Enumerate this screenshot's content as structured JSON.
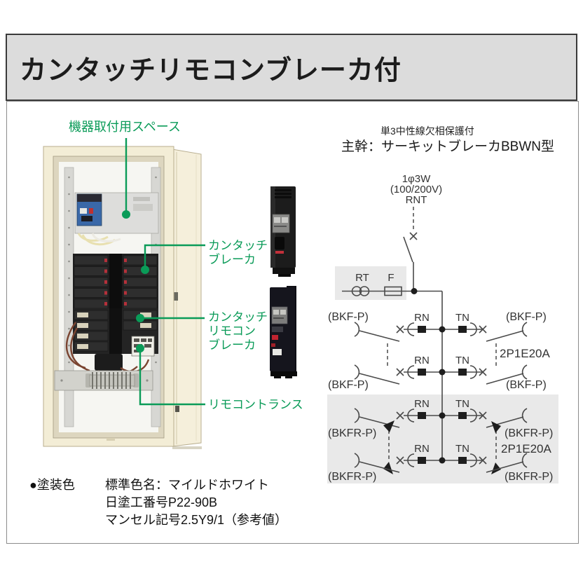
{
  "page": {
    "title": "カンタッチリモコンブレーカ付"
  },
  "panel": {
    "callouts": {
      "mounting_space": "機器取付用スペース",
      "kantouch_breaker": [
        "カンタッチ",
        "ブレーカ"
      ],
      "kantouch_remocon_breaker": [
        "カンタッチ",
        "リモコン",
        "ブレーカ"
      ],
      "remocon_transformer": "リモコントランス"
    }
  },
  "diagram": {
    "protection_note": "単3中性線欠相保護付",
    "main_title": "主幹：サーキットブレーカBBWN型",
    "source_lines": [
      "1φ3W",
      "(100/200V)",
      "RNT"
    ],
    "rt_label": "RT",
    "fuse_label": "F",
    "rows": [
      {
        "left": "(BKF-P)",
        "rn": "RN",
        "tn": "TN",
        "right": "(BKF-P)"
      },
      {
        "left": "(BKF-P)",
        "rn": "RN",
        "tn": "TN",
        "right": "(BKF-P)",
        "amp": "2P1E20A"
      },
      {
        "left": "(BKFR-P)",
        "rn": "RN",
        "tn": "TN",
        "right": "(BKFR-P)"
      },
      {
        "left": "(BKFR-P)",
        "rn": "RN",
        "tn": "TN",
        "right": "(BKFR-P)",
        "amp": "2P1E20A"
      }
    ]
  },
  "paint": {
    "heading": "●塗装色",
    "lines": [
      "標準色名：マイルドホワイト",
      "日塗工番号P22-90B",
      "マンセル記号2.5Y9/1（参考値）"
    ]
  },
  "colors": {
    "accent_green": "#0a9b58",
    "banner_bg": "#dcdcdc",
    "banner_border": "#3a3a3a",
    "cabinet_cream": "#f3edd6",
    "diagram_shade": "#e9e9e9",
    "circuit_line": "#4a4a4a"
  }
}
